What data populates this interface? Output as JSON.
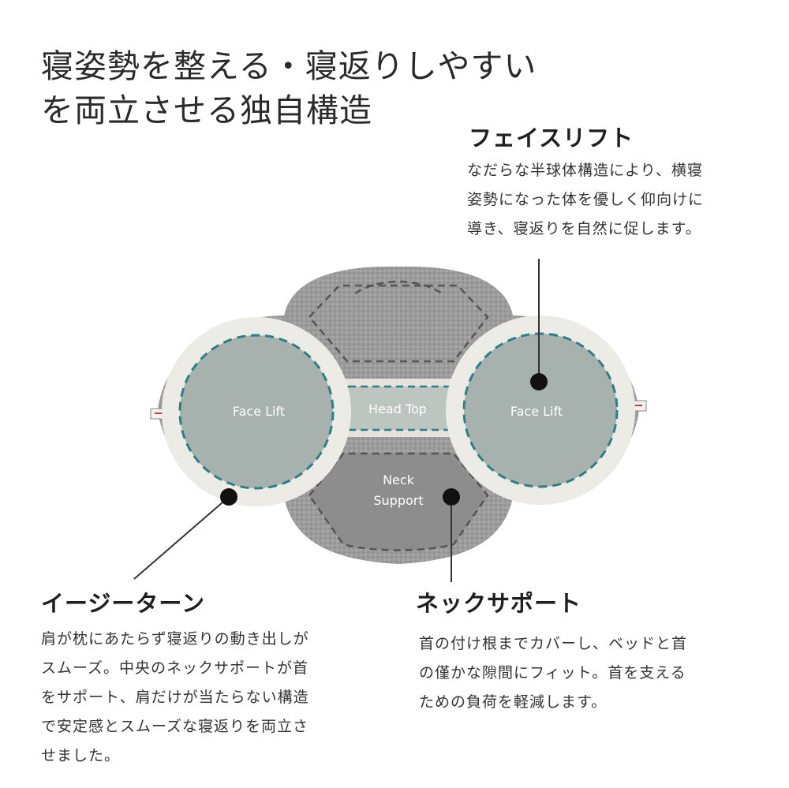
{
  "title_lines": [
    "寝姿勢を整える・寝返りしやすい",
    "を両立させる独自構造"
  ],
  "features": {
    "face_lift": {
      "title": "フェイスリフト",
      "lines": [
        "なだらな半球体構造により、横寝",
        "姿勢になった体を優しく仰向けに",
        "導き、寝返りを自然に促します。"
      ]
    },
    "easy_turn": {
      "title": "イージーターン",
      "lines": [
        "肩が枕にあたらず寝返りの動き出しが",
        "スムーズ。中央のネックサポートが首",
        "をサポート、肩だけが当たらない構造",
        "で安定感とスムーズな寝返りを両立さ",
        "せました。"
      ]
    },
    "neck_support": {
      "title": "ネックサポート",
      "lines": [
        "首の付け根までカバーし、ベッドと首",
        "の僅かな隙間にフィット。首を支える",
        "ための負荷を軽減します。"
      ]
    }
  },
  "pillow_labels": {
    "face_lift_left": "Face Lift",
    "head_top": "Head Top",
    "face_lift_right": "Face Lift",
    "neck_line1": "Neck",
    "neck_line2": "Support"
  },
  "colors": {
    "fabric_gray": "#9c9c9c",
    "dome_fill": "#a7b2ae",
    "dome_rim": "#ecebe5",
    "stitch_teal": "#2b7f86",
    "stitch_dark": "#555555"
  }
}
